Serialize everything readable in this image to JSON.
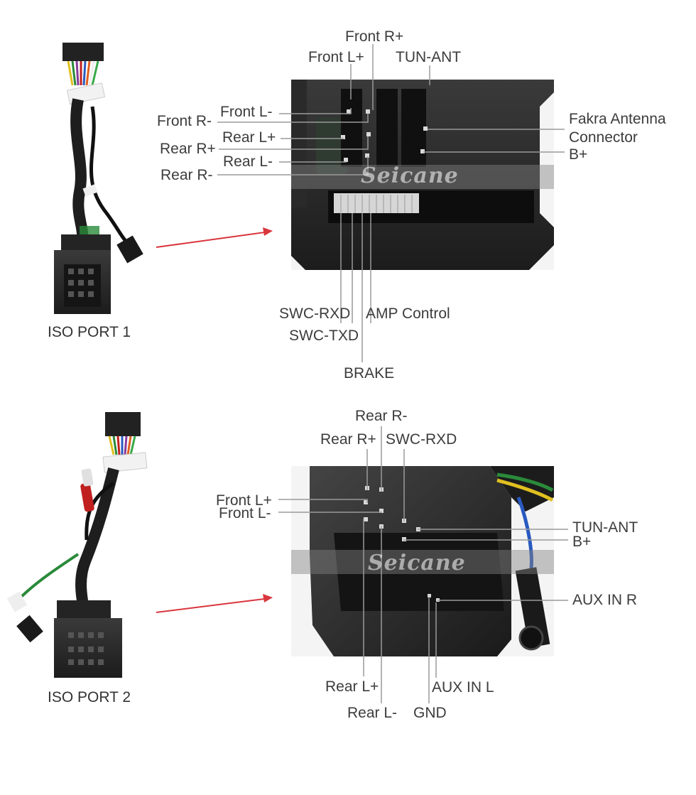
{
  "watermark": "Seicane",
  "port1": {
    "title": "ISO PORT 1",
    "labels": {
      "front_r_plus": "Front R+",
      "front_l_plus": "Front L+",
      "tun_ant": "TUN-ANT",
      "front_l_minus": "Front L-",
      "front_r_minus": "Front R-",
      "rear_l_plus": "Rear L+",
      "rear_r_plus": "Rear R+",
      "rear_l_minus": "Rear L-",
      "rear_r_minus": "Rear R-",
      "fakra_1": "Fakra Antenna",
      "fakra_2": "Connector",
      "b_plus": "B+",
      "swc_rxd": "SWC-RXD",
      "amp_control": "AMP Control",
      "swc_txd": "SWC-TXD",
      "brake": "BRAKE"
    }
  },
  "port2": {
    "title": "ISO PORT 2",
    "labels": {
      "rear_r_minus": "Rear R-",
      "rear_r_plus": "Rear R+",
      "swc_rxd": "SWC-RXD",
      "front_l_plus": "Front L+",
      "front_l_minus": "Front L-",
      "tun_ant": "TUN-ANT",
      "b_plus": "B+",
      "aux_in_r": "AUX IN R",
      "rear_l_plus": "Rear L+",
      "aux_in_l": "AUX IN L",
      "rear_l_minus": "Rear L-",
      "gnd": "GND"
    }
  },
  "colors": {
    "leader_line": "#9a9a9a",
    "arrow": "#d9363e",
    "connector_body": "#2b2b2b",
    "cable_sleeve": "#1e1e1e"
  }
}
